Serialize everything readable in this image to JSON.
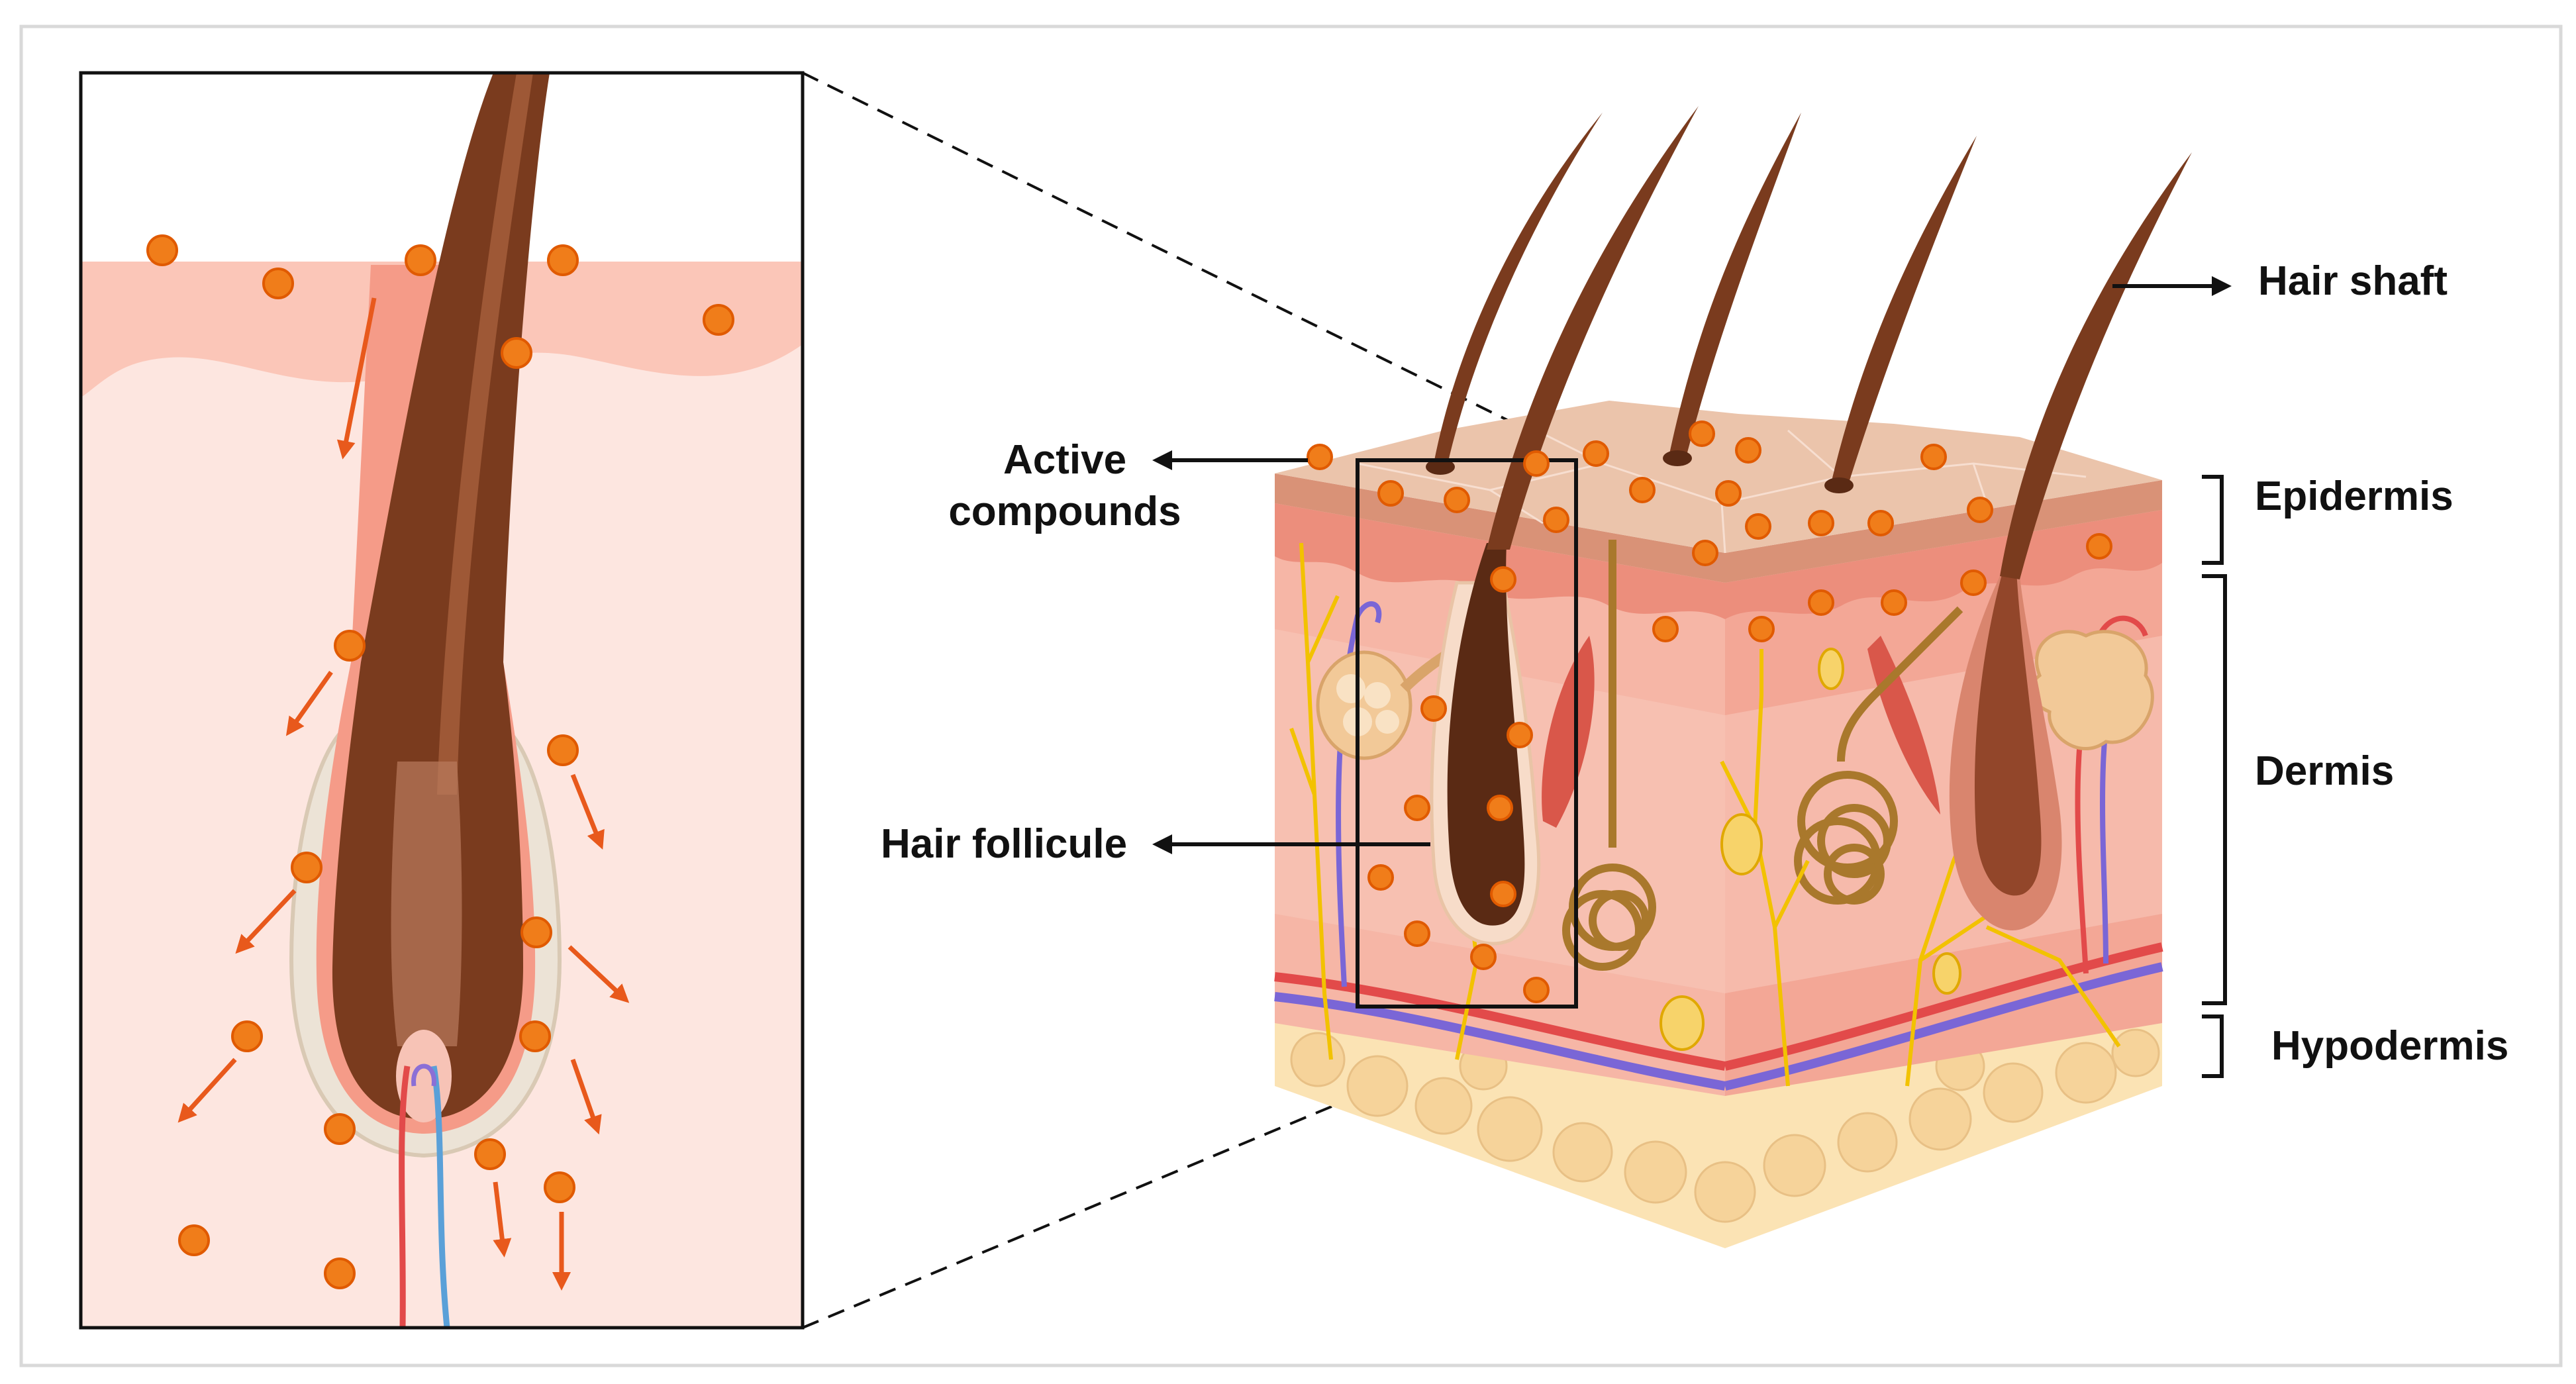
{
  "labels": {
    "hair_shaft": "Hair shaft",
    "epidermis": "Epidermis",
    "dermis": "Dermis",
    "hypodermis": "Hypodermis",
    "active_compounds_line1": "Active",
    "active_compounds_line2": "compounds",
    "hair_follicle": "Hair follicule"
  },
  "colors": {
    "hair": "#7a3b1e",
    "hair_dark": "#4e2410",
    "hair_light": "#a8603c",
    "compound": "#f07d1a",
    "compound_edge": "#e05a00",
    "arrow_orange": "#e8591c",
    "epidermis_surface": "#e8bfa6",
    "epidermis_layer": "#f3a392",
    "dermis": "#f6b6a6",
    "dermis_light": "#fcd8cc",
    "hypodermis_fat": "#fbe3b4",
    "sheath": "#f08a78",
    "bulb_outer": "#e9dccb",
    "nerve": "#f2c200",
    "artery": "#e24a4a",
    "vein": "#7a66d6",
    "gland": "#f2c998",
    "muscle": "#d9574a",
    "frame": "#111111",
    "border": "#d9d9d9"
  }
}
